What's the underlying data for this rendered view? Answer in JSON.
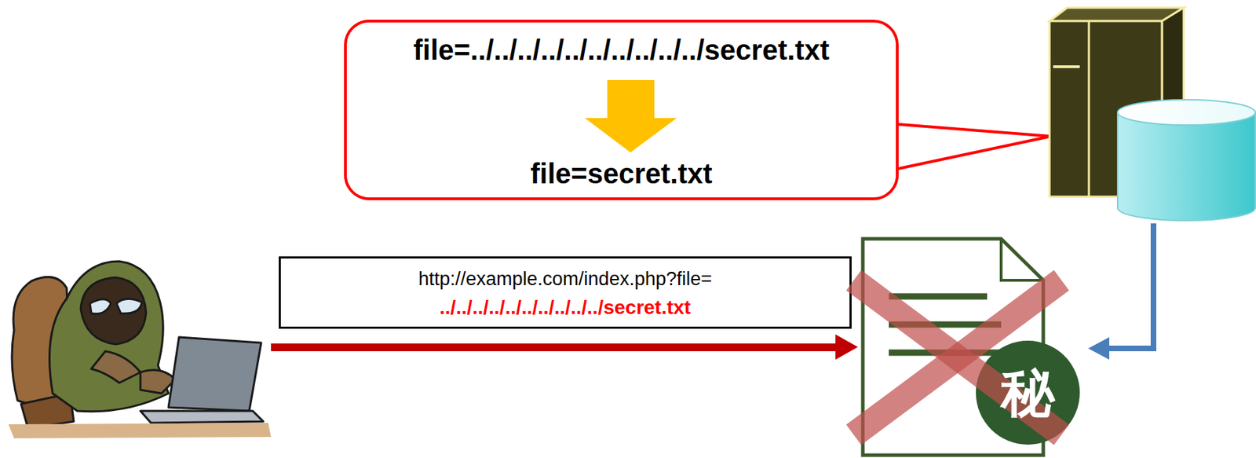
{
  "diagram": {
    "nodes": [
      {
        "text": [
          "file=../../../../../../../../../../secret.txt",
          "file=secret.txt"
        ]
      },
      {
        "text": [
          "http://example.com/index.php?file=",
          "../../../../../../../../../../secret.txt"
        ]
      },
      {
        "text": [
          "秘"
        ]
      }
    ]
  }
}
